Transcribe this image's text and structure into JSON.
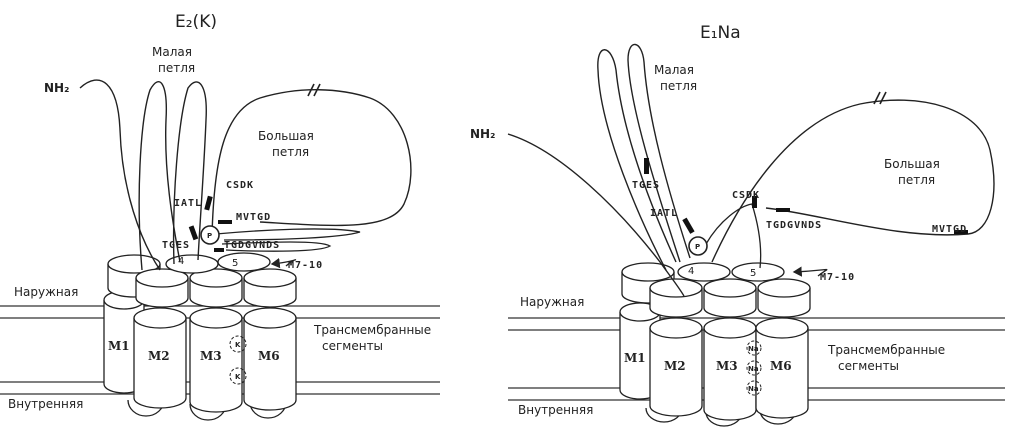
{
  "panels": [
    {
      "title": "E₂(K)",
      "nh2": "NH₂",
      "small_loop": [
        "Малая",
        "петля"
      ],
      "big_loop": [
        "Большая",
        "петля"
      ],
      "motifs": {
        "tges": "TGES",
        "iatl": "IATL",
        "csdk": "CSDK",
        "mvtgd": "MVTGD",
        "tgdgvnds": "TGDGVNDS"
      },
      "m710": "M7-10",
      "outer": "Наружная",
      "inner": "Внутренняя",
      "tm": [
        "Трансмембранные",
        "сегменты"
      ],
      "segments": [
        "M1",
        "M2",
        "M3",
        "M6"
      ],
      "domains": [
        "4",
        "5"
      ],
      "ion": "K",
      "phospho": "P"
    },
    {
      "title": "E₁Na",
      "nh2": "NH₂",
      "small_loop": [
        "Малая",
        "петля"
      ],
      "big_loop": [
        "Большая",
        "петля"
      ],
      "motifs": {
        "tges": "TGES",
        "iatl": "IATL",
        "csdk": "CSDK",
        "mvtgd": "MVTGD",
        "tgdgvnds": "TGDGVNDS"
      },
      "m710": "M7-10",
      "outer": "Наружная",
      "inner": "Внутренняя",
      "tm": [
        "Трансмембранные",
        "сегменты"
      ],
      "segments": [
        "M1",
        "M2",
        "M3",
        "M6"
      ],
      "domains": [
        "4",
        "5"
      ],
      "ion": "Na",
      "phospho": "P"
    }
  ]
}
